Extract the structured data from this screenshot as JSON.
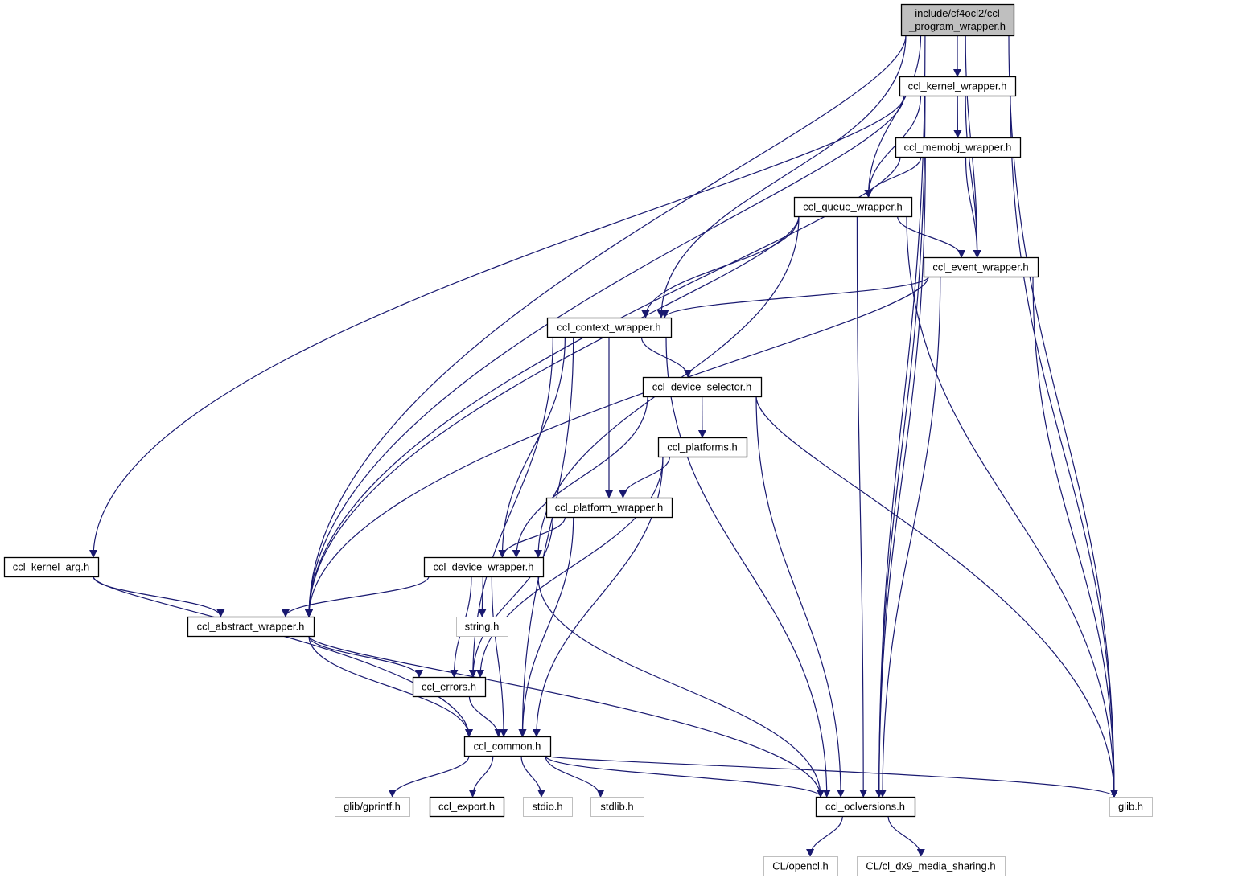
{
  "graph": {
    "edge_color": "#191970",
    "root_fill": "#bfbfbf",
    "internal_border": "#000000",
    "external_border": "#bfbfbf",
    "nodes": [
      {
        "id": "root",
        "lines": [
          "include/cf4ocl2/ccl",
          "_program_wrapper.h"
        ],
        "kind": "root"
      },
      {
        "id": "kernel_wrapper",
        "lines": [
          "ccl_kernel_wrapper.h"
        ],
        "kind": "internal"
      },
      {
        "id": "memobj",
        "lines": [
          "ccl_memobj_wrapper.h"
        ],
        "kind": "internal"
      },
      {
        "id": "queue",
        "lines": [
          "ccl_queue_wrapper.h"
        ],
        "kind": "internal"
      },
      {
        "id": "event",
        "lines": [
          "ccl_event_wrapper.h"
        ],
        "kind": "internal"
      },
      {
        "id": "context",
        "lines": [
          "ccl_context_wrapper.h"
        ],
        "kind": "internal"
      },
      {
        "id": "device_selector",
        "lines": [
          "ccl_device_selector.h"
        ],
        "kind": "internal"
      },
      {
        "id": "platforms",
        "lines": [
          "ccl_platforms.h"
        ],
        "kind": "internal"
      },
      {
        "id": "platform_wrapper",
        "lines": [
          "ccl_platform_wrapper.h"
        ],
        "kind": "internal"
      },
      {
        "id": "device_wrapper",
        "lines": [
          "ccl_device_wrapper.h"
        ],
        "kind": "internal"
      },
      {
        "id": "kernel_arg",
        "lines": [
          "ccl_kernel_arg.h"
        ],
        "kind": "internal"
      },
      {
        "id": "abstract",
        "lines": [
          "ccl_abstract_wrapper.h"
        ],
        "kind": "internal"
      },
      {
        "id": "string",
        "lines": [
          "string.h"
        ],
        "kind": "external"
      },
      {
        "id": "errors",
        "lines": [
          "ccl_errors.h"
        ],
        "kind": "internal"
      },
      {
        "id": "common",
        "lines": [
          "ccl_common.h"
        ],
        "kind": "internal"
      },
      {
        "id": "gprintf",
        "lines": [
          "glib/gprintf.h"
        ],
        "kind": "external"
      },
      {
        "id": "export",
        "lines": [
          "ccl_export.h"
        ],
        "kind": "internal"
      },
      {
        "id": "stdio",
        "lines": [
          "stdio.h"
        ],
        "kind": "external"
      },
      {
        "id": "stdlib",
        "lines": [
          "stdlib.h"
        ],
        "kind": "external"
      },
      {
        "id": "oclversions",
        "lines": [
          "ccl_oclversions.h"
        ],
        "kind": "internal"
      },
      {
        "id": "glib",
        "lines": [
          "glib.h"
        ],
        "kind": "external"
      },
      {
        "id": "opencl",
        "lines": [
          "CL/opencl.h"
        ],
        "kind": "external"
      },
      {
        "id": "dx9",
        "lines": [
          "CL/cl_dx9_media_sharing.h"
        ],
        "kind": "external"
      }
    ],
    "edges": [
      [
        "root",
        "kernel_wrapper"
      ],
      [
        "root",
        "queue"
      ],
      [
        "root",
        "event"
      ],
      [
        "root",
        "context"
      ],
      [
        "root",
        "abstract"
      ],
      [
        "root",
        "oclversions"
      ],
      [
        "root",
        "glib"
      ],
      [
        "kernel_wrapper",
        "kernel_arg"
      ],
      [
        "kernel_wrapper",
        "abstract"
      ],
      [
        "kernel_wrapper",
        "memobj"
      ],
      [
        "kernel_wrapper",
        "queue"
      ],
      [
        "kernel_wrapper",
        "event"
      ],
      [
        "kernel_wrapper",
        "oclversions"
      ],
      [
        "kernel_wrapper",
        "glib"
      ],
      [
        "memobj",
        "abstract"
      ],
      [
        "memobj",
        "queue"
      ],
      [
        "memobj",
        "event"
      ],
      [
        "memobj",
        "oclversions"
      ],
      [
        "queue",
        "abstract"
      ],
      [
        "queue",
        "event"
      ],
      [
        "queue",
        "context"
      ],
      [
        "queue",
        "device_wrapper"
      ],
      [
        "queue",
        "oclversions"
      ],
      [
        "queue",
        "glib"
      ],
      [
        "event",
        "abstract"
      ],
      [
        "event",
        "context"
      ],
      [
        "event",
        "oclversions"
      ],
      [
        "event",
        "glib"
      ],
      [
        "context",
        "device_selector"
      ],
      [
        "context",
        "platform_wrapper"
      ],
      [
        "context",
        "device_wrapper"
      ],
      [
        "context",
        "errors"
      ],
      [
        "context",
        "common"
      ],
      [
        "context",
        "oclversions"
      ],
      [
        "device_selector",
        "platforms"
      ],
      [
        "device_selector",
        "device_wrapper"
      ],
      [
        "device_selector",
        "oclversions"
      ],
      [
        "device_selector",
        "glib"
      ],
      [
        "platforms",
        "platform_wrapper"
      ],
      [
        "platforms",
        "errors"
      ],
      [
        "platforms",
        "common"
      ],
      [
        "platform_wrapper",
        "device_wrapper"
      ],
      [
        "platform_wrapper",
        "errors"
      ],
      [
        "platform_wrapper",
        "common"
      ],
      [
        "device_wrapper",
        "abstract"
      ],
      [
        "device_wrapper",
        "string"
      ],
      [
        "device_wrapper",
        "errors"
      ],
      [
        "device_wrapper",
        "common"
      ],
      [
        "device_wrapper",
        "oclversions"
      ],
      [
        "kernel_arg",
        "abstract"
      ],
      [
        "kernel_arg",
        "common"
      ],
      [
        "abstract",
        "errors"
      ],
      [
        "abstract",
        "common"
      ],
      [
        "abstract",
        "oclversions"
      ],
      [
        "errors",
        "common"
      ],
      [
        "common",
        "gprintf"
      ],
      [
        "common",
        "export"
      ],
      [
        "common",
        "stdio"
      ],
      [
        "common",
        "stdlib"
      ],
      [
        "common",
        "oclversions"
      ],
      [
        "common",
        "glib"
      ],
      [
        "oclversions",
        "opencl"
      ],
      [
        "oclversions",
        "dx9"
      ]
    ]
  }
}
